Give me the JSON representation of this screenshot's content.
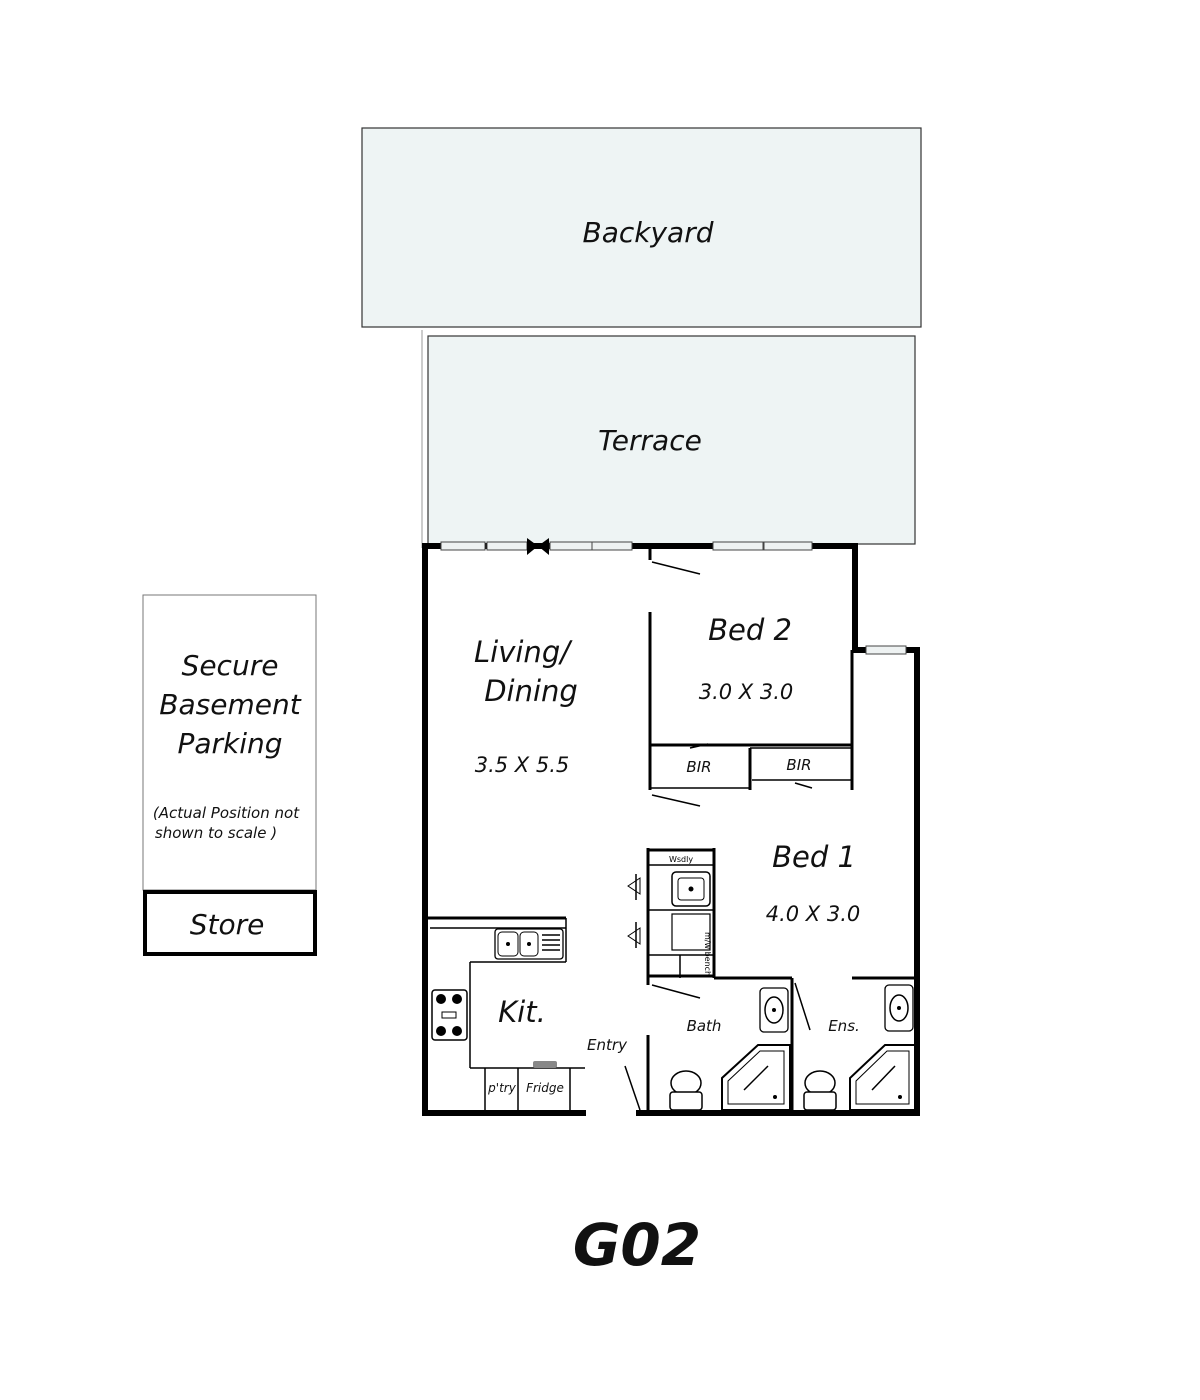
{
  "title": "G02",
  "outdoor": {
    "backyard": "Backyard",
    "terrace": "Terrace"
  },
  "parking": {
    "line1": "Secure",
    "line2": "Basement",
    "line3": "Parking",
    "note1": "(Actual Position not",
    "note2": "shown to scale )",
    "store": "Store"
  },
  "rooms": {
    "living": {
      "line1": "Living/",
      "line2": "Dining",
      "dims": "3.5 X 5.5"
    },
    "bed2": {
      "name": "Bed 2",
      "dims": "3.0 X 3.0"
    },
    "bed1": {
      "name": "Bed 1",
      "dims": "4.0 X 3.0"
    },
    "bir_left": "BIR",
    "bir_right": "BIR",
    "kitchen": "Kit.",
    "entry": "Entry",
    "bath": "Bath",
    "ensuite": "Ens.",
    "pantry": "p'try",
    "fridge": "Fridge"
  },
  "fixtures": {
    "laundry_top": "Wsdly",
    "laundry_machine": "m/w bench"
  },
  "colors": {
    "outdoor_fill": "#eef4f4",
    "outline": "#000000",
    "white": "#ffffff"
  }
}
